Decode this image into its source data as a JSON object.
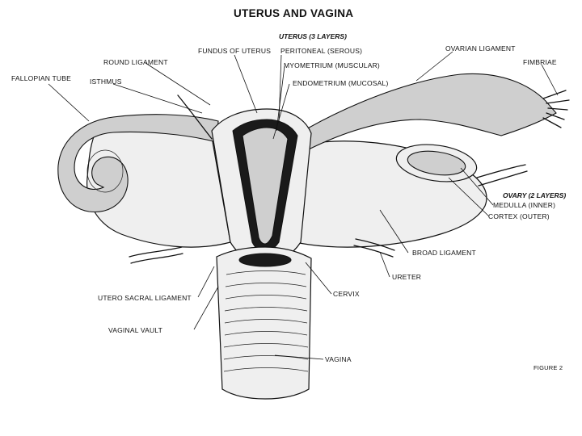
{
  "title": "UTERUS AND VAGINA",
  "uterus_layers_heading": "UTERUS (3 LAYERS)",
  "ovary_layers_heading": "OVARY (2 LAYERS)",
  "labels": {
    "fundus": "FUNDUS OF UTERUS",
    "peritoneal": "PERITONEAL (SEROUS)",
    "myometrium": "MYOMETRIUM (MUSCULAR)",
    "endometrium": "ENDOMETRIUM (MUCOSAL)",
    "round_ligament": "ROUND LIGAMENT",
    "fallopian_tube": "FALLOPIAN TUBE",
    "isthmus": "ISTHMUS",
    "ovarian_ligament": "OVARIAN LIGAMENT",
    "fimbriae": "FIMBRIAE",
    "medulla": "MEDULLA (INNER)",
    "cortex": "CORTEX (OUTER)",
    "broad_ligament": "BROAD LIGAMENT",
    "ureter": "URETER",
    "cervix": "CERVIX",
    "utero_sacral": "UTERO SACRAL LIGAMENT",
    "vaginal_vault": "VAGINAL VAULT",
    "vagina": "VAGINA",
    "figure": "FIGURE 2"
  }
}
